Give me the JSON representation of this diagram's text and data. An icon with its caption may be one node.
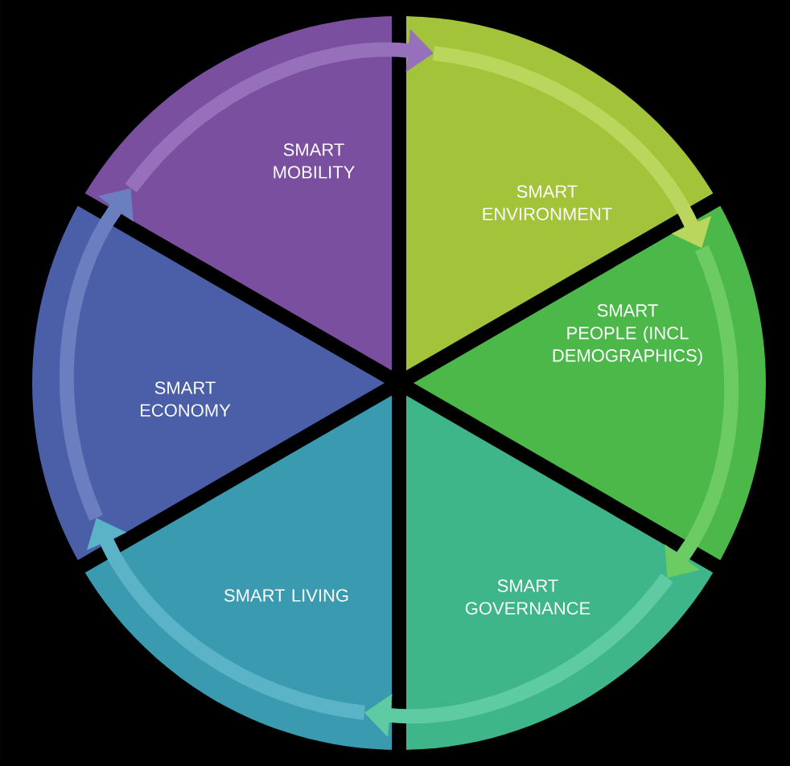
{
  "diagram": {
    "nodes": [
      {
        "text": [
          "SMART MOBILITY"
        ]
      },
      {
        "text": [
          "SMART ENVIRONMENT"
        ]
      },
      {
        "text": [
          "SMART PEOPLE (INCL DEMOGRAPHICS)"
        ]
      },
      {
        "text": [
          "SMART GOVERNANCE"
        ]
      },
      {
        "text": [
          "SMART LIVING"
        ]
      },
      {
        "text": [
          "SMART ECONOMY"
        ]
      }
    ],
    "edges": [
      {
        "from": 0,
        "to": 1,
        "arrow": "to",
        "color": "#9670ba"
      },
      {
        "from": 1,
        "to": 2,
        "arrow": "to",
        "color": "#bbd65c"
      },
      {
        "from": 2,
        "to": 3,
        "arrow": "to",
        "color": "#6ccb63"
      },
      {
        "from": 3,
        "to": 4,
        "arrow": "to",
        "color": "#5fcba2"
      },
      {
        "from": 4,
        "to": 5,
        "arrow": "to",
        "color": "#5ab3c6"
      },
      {
        "from": 5,
        "to": 0,
        "arrow": "to",
        "color": "#6a7ec0"
      }
    ]
  }
}
